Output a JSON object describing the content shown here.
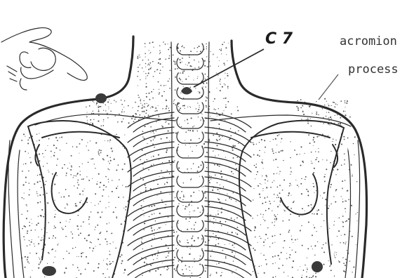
{
  "labels": {
    "c7": "C 7",
    "acromion_line1": "acromion",
    "acromion_line2": "process"
  },
  "colors": {
    "ink": "#2a2a2a",
    "stipple": "#555555",
    "background": "#ffffff"
  }
}
